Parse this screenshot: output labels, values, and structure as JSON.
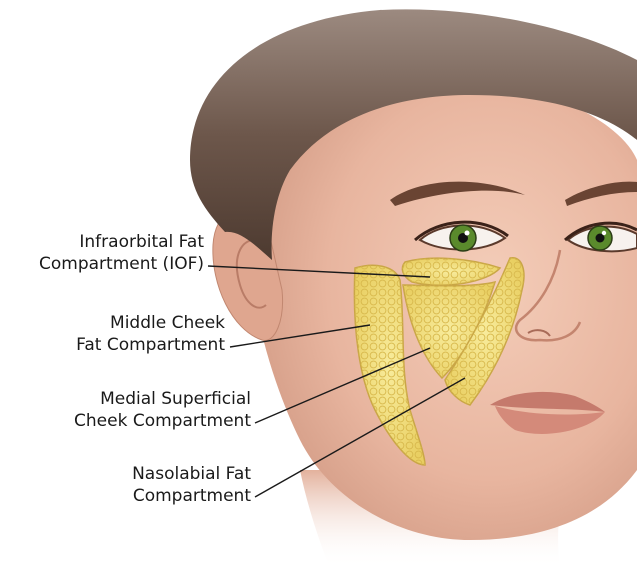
{
  "labels": {
    "iof": {
      "line1": "Infraorbital Fat",
      "line2": "Compartment (IOF)"
    },
    "middle_cheek": {
      "line1": "Middle Cheek",
      "line2": "Fat Compartment"
    },
    "medial_superficial": {
      "line1": "Medial Superficial",
      "line2": "Cheek Compartment"
    },
    "nasolabial": {
      "line1": "Nasolabial Fat",
      "line2": "Compartment"
    }
  },
  "colors": {
    "skin": "#e9b9a4",
    "skin_shadow": "#d49a84",
    "hair": "#6f5a4e",
    "iris": "#5a8a2c",
    "fat": "#f3e27e",
    "fat_dark": "#d8b848",
    "leader_line": "#1a1a1a"
  }
}
